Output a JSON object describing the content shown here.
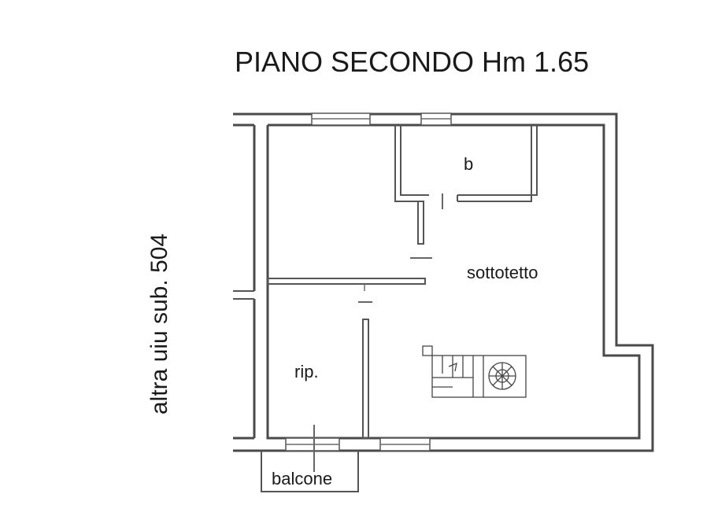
{
  "title": "PIANO SECONDO Hm 1.65",
  "side_label": "altra uiu sub. 504",
  "rooms": {
    "bathroom": "b",
    "attic": "sottotetto",
    "storage": "rip.",
    "balcony": "balcone"
  }
}
